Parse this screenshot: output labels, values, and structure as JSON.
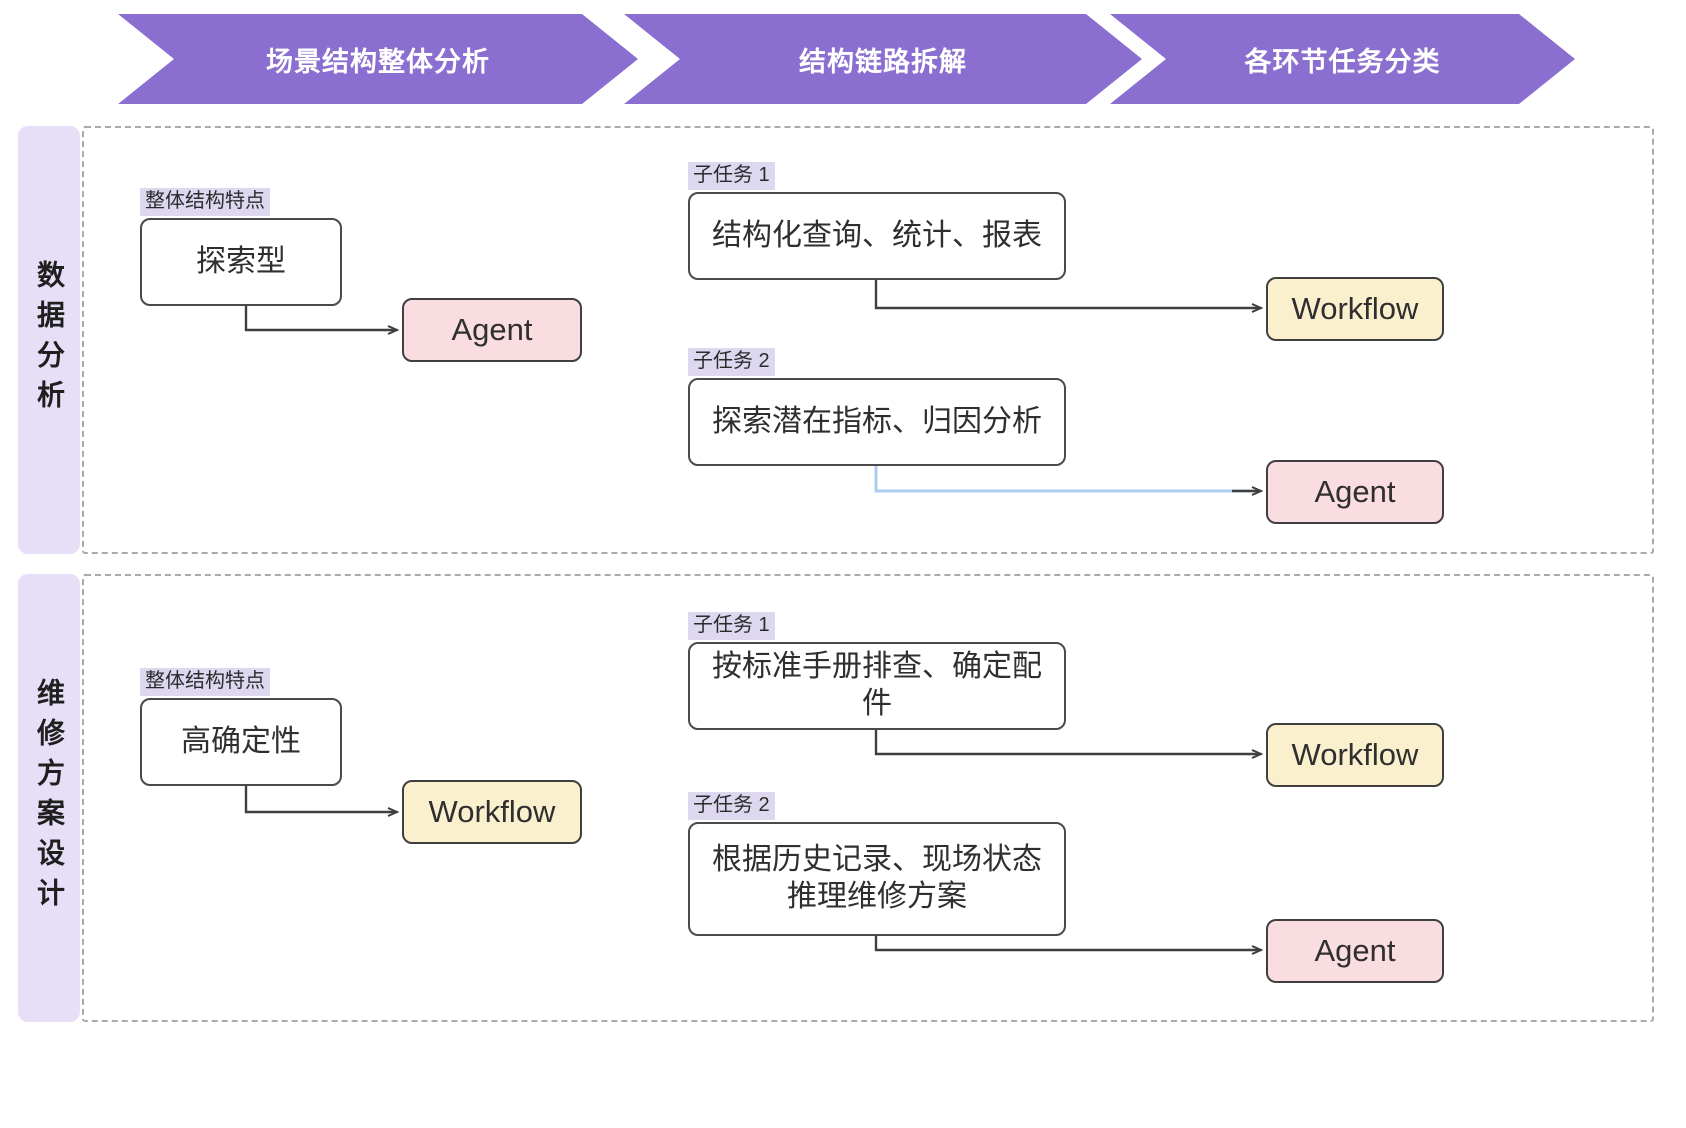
{
  "banner": {
    "steps": [
      {
        "label": "场景结构整体分析"
      },
      {
        "label": "结构链路拆解"
      },
      {
        "label": "各环节任务分类"
      }
    ],
    "color": "#8b6fd0"
  },
  "labels": {
    "feature_caption": "整体结构特点",
    "subtask1_caption": "子任务 1",
    "subtask2_caption": "子任务 2"
  },
  "palette": {
    "agent_fill": "#fadde1",
    "workflow_fill": "#fbf0ce",
    "caption_fill": "#ded7f0",
    "sidetab_fill": "#e7dff7",
    "arrow_dark": "#3f3f3f",
    "arrow_blue": "#aecbf0"
  },
  "rows": [
    {
      "side_label": "数据分析",
      "feature": {
        "caption": "整体结构特点",
        "text": "探索型"
      },
      "feature_target": {
        "text": "Agent",
        "kind": "agent"
      },
      "subtasks": [
        {
          "caption": "子任务 1",
          "text": "结构化查询、统计、报表",
          "target": {
            "text": "Workflow",
            "kind": "workflow"
          },
          "arrow_color": "#3f3f3f"
        },
        {
          "caption": "子任务 2",
          "text": "探索潜在指标、归因分析",
          "target": {
            "text": "Agent",
            "kind": "agent"
          },
          "arrow_color": "#aecbf0"
        }
      ]
    },
    {
      "side_label": "维修方案设计",
      "feature": {
        "caption": "整体结构特点",
        "text": "高确定性"
      },
      "feature_target": {
        "text": "Workflow",
        "kind": "workflow"
      },
      "subtasks": [
        {
          "caption": "子任务 1",
          "text": "按标准手册排查、确定配件",
          "target": {
            "text": "Workflow",
            "kind": "workflow"
          },
          "arrow_color": "#3f3f3f"
        },
        {
          "caption": "子任务 2",
          "text": "根据历史记录、现场状态推理维修方案",
          "target": {
            "text": "Agent",
            "kind": "agent"
          },
          "arrow_color": "#3f3f3f"
        }
      ]
    }
  ]
}
